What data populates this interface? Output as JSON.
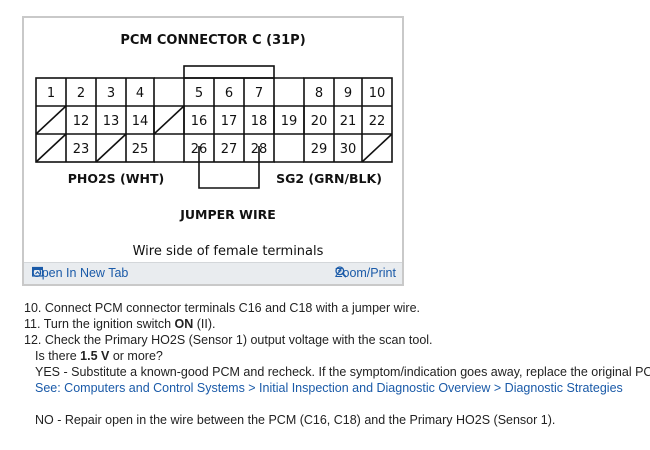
{
  "figure": {
    "title": "PCM CONNECTOR C (31P)",
    "pins": [
      "1",
      "2",
      "3",
      "4",
      "5",
      "6",
      "7",
      "8",
      "9",
      "10",
      "12",
      "13",
      "14",
      "16",
      "17",
      "18",
      "19",
      "20",
      "21",
      "22",
      "23",
      "25",
      "26",
      "27",
      "28",
      "29",
      "30"
    ],
    "left_label": "PHO2S (WHT)",
    "right_label": "SG2 (GRN/BLK)",
    "jumper_label": "JUMPER WIRE",
    "caption": "Wire side of female terminals",
    "open_tab": "Open In New Tab",
    "zoom_print": "Zoom/Print"
  },
  "steps": {
    "s10": "10. Connect PCM connector terminals C16 and C18 with a jumper wire.",
    "s11_pre": "11. Turn the ignition switch ",
    "s11_bold": "ON",
    "s11_post": " (II).",
    "s12": "12. Check the Primary HO2S (Sensor 1) output voltage with the scan tool.",
    "q_pre": "Is there ",
    "q_bold": "1.5 V",
    "q_post": " or more?",
    "yes": "YES - Substitute a known-good PCM and recheck. If the symptom/indication goes away, replace the original PCM.",
    "link": "See: Computers and Control Systems > Initial Inspection and Diagnostic Overview > Diagnostic Strategies",
    "no": "NO - Repair open in the wire between the PCM (C16, C18) and the Primary HO2S (Sensor 1)."
  },
  "colors": {
    "link": "#1a5aa8",
    "bar": "#e9ecef",
    "border": "#c9c9c9"
  }
}
